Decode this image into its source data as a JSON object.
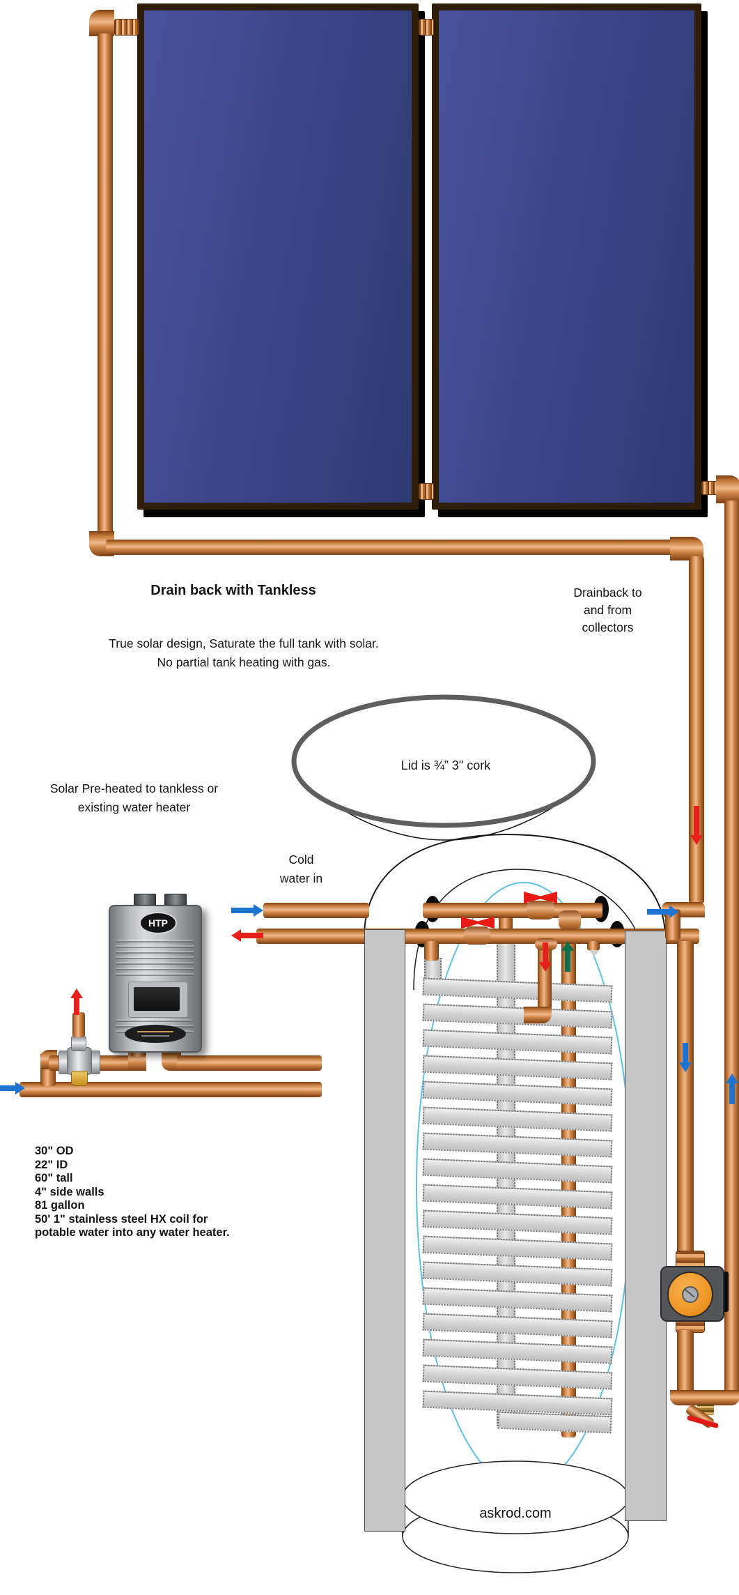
{
  "header": {
    "title": "Drain back with Tankless",
    "subtitle_line1": "True solar design, Saturate the full tank with solar.",
    "subtitle_line2": "No partial tank heating with gas."
  },
  "labels": {
    "drainback_line1": "Drainback to",
    "drainback_line2": "and from",
    "drainback_line3": "collectors",
    "lid": "Lid is ¾” 3\" cork",
    "preheat_line1": "Solar Pre-heated to tankless or",
    "preheat_line2": "existing water heater",
    "cold_line1": "Cold",
    "cold_line2": "water in",
    "website": "askrod.com"
  },
  "specs": {
    "lines": [
      "30\" OD",
      "22\" ID",
      "60\" tall",
      "4\" side walls",
      "81 gallon",
      "50' 1\" stainless steel HX coil for",
      "potable water into any water heater."
    ]
  },
  "heater": {
    "brand": "HTP"
  },
  "flow_arrows": [
    {
      "name": "cold-main-in",
      "direction": "right",
      "color": "#1d74d0"
    },
    {
      "name": "tempered-hot-out",
      "direction": "up",
      "color": "#e62119"
    },
    {
      "name": "cold-to-tank",
      "direction": "right",
      "color": "#1d74d0"
    },
    {
      "name": "hot-from-tank",
      "direction": "left",
      "color": "#e62119"
    },
    {
      "name": "tank-downflow",
      "direction": "down",
      "color": "#e62119"
    },
    {
      "name": "tank-upflow",
      "direction": "up",
      "color": "#0e6f4c"
    },
    {
      "name": "into-drainback-loop",
      "direction": "right",
      "color": "#1d74d0"
    },
    {
      "name": "collector-return-down",
      "direction": "down",
      "color": "#e62119"
    },
    {
      "name": "pump-line-down",
      "direction": "down",
      "color": "#1d74d0"
    },
    {
      "name": "to-collectors-up",
      "direction": "up",
      "color": "#1d74d0"
    }
  ],
  "colors": {
    "copper": "#c87e3e",
    "panel_blue": "#3b4689",
    "panel_frame": "#2f1e07",
    "insulation_gray": "#c6c6c6",
    "pump_orange": "#f2a23a",
    "cold_arrow": "#1d74d0",
    "hot_arrow": "#e62119",
    "solar_supply_arrow": "#0e6f4c",
    "lid_ring": "#5e5e5e"
  }
}
